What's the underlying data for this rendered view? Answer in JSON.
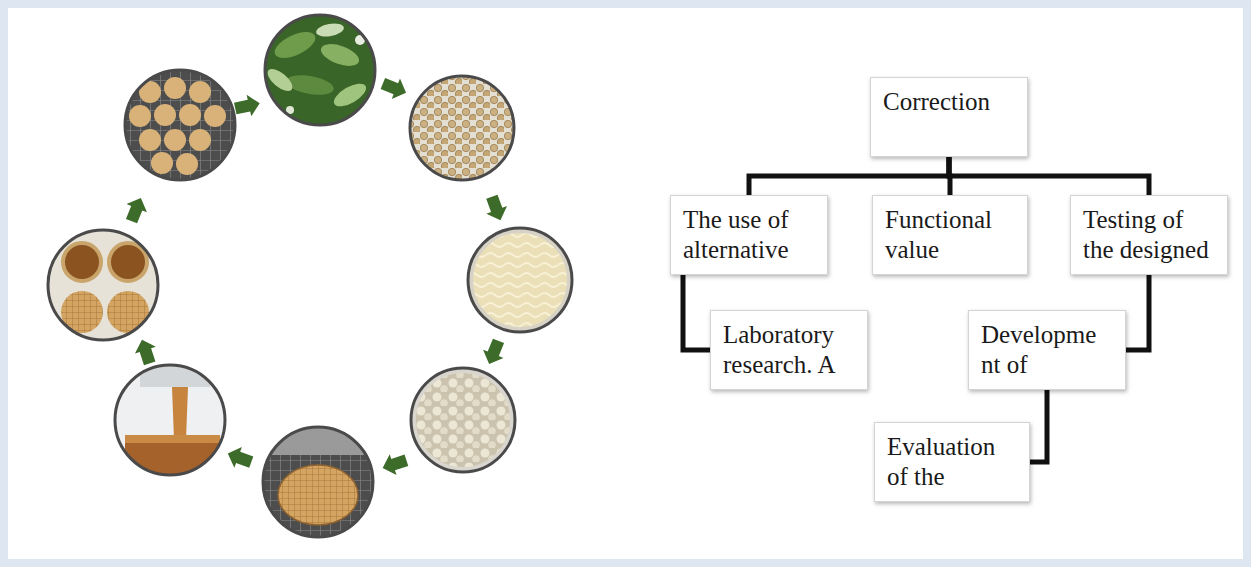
{
  "diagram": {
    "nodes": [
      {
        "text": [
          "Correction"
        ]
      },
      {
        "text": [
          "The use of alternative"
        ]
      },
      {
        "text": [
          "Functional value"
        ]
      },
      {
        "text": [
          "Testing of the designed"
        ]
      },
      {
        "text": [
          "Laboratory research. A"
        ]
      },
      {
        "text": [
          "Developme nt of"
        ]
      },
      {
        "text": [
          "Evaluation of the"
        ]
      }
    ],
    "edges": [
      {
        "from": 0,
        "to": 1,
        "arrow": "none"
      },
      {
        "from": 0,
        "to": 2,
        "arrow": "none"
      },
      {
        "from": 0,
        "to": 3,
        "arrow": "none"
      },
      {
        "from": 1,
        "to": 4,
        "arrow": "none"
      },
      {
        "from": 3,
        "to": 5,
        "arrow": "none"
      },
      {
        "from": 5,
        "to": 6,
        "arrow": "none"
      }
    ]
  }
}
